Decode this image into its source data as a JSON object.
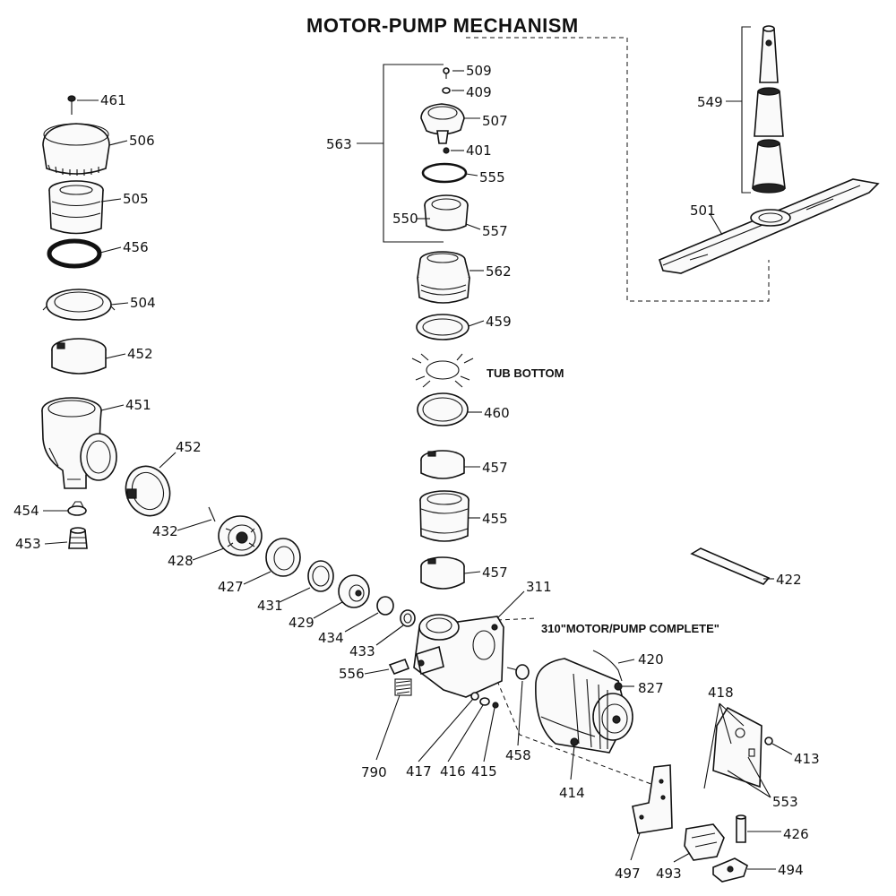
{
  "title": "MOTOR-PUMP MECHANISM",
  "callouts": {
    "tub_bottom": "TUB BOTTOM",
    "motor_pump_complete": "310\"MOTOR/PUMP COMPLETE\""
  },
  "parts": {
    "p461": "461",
    "p506": "506",
    "p505": "505",
    "p456": "456",
    "p504": "504",
    "p452a": "452",
    "p451": "451",
    "p452b": "452",
    "p454": "454",
    "p453": "453",
    "p432": "432",
    "p428": "428",
    "p427": "427",
    "p431": "431",
    "p429": "429",
    "p434": "434",
    "p433": "433",
    "p556": "556",
    "p790": "790",
    "p417": "417",
    "p416": "416",
    "p415": "415",
    "p458": "458",
    "p414": "414",
    "p311": "311",
    "p420": "420",
    "p827": "827",
    "p509": "509",
    "p409": "409",
    "p507": "507",
    "p401": "401",
    "p563": "563",
    "p555": "555",
    "p550": "550",
    "p557": "557",
    "p562": "562",
    "p459": "459",
    "p460": "460",
    "p457a": "457",
    "p455": "455",
    "p457b": "457",
    "p549": "549",
    "p501": "501",
    "p422": "422",
    "p418": "418",
    "p413": "413",
    "p553": "553",
    "p426": "426",
    "p497": "497",
    "p493": "493",
    "p494": "494"
  }
}
